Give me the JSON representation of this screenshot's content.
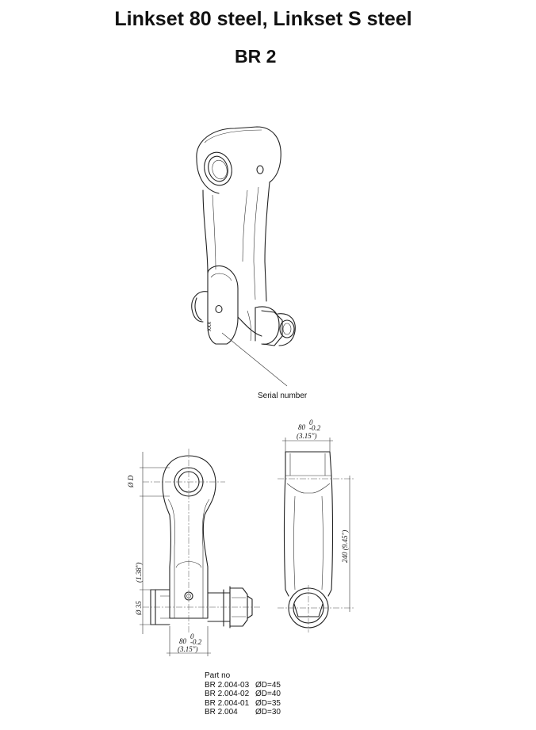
{
  "header": {
    "title": "Linkset 80 steel, Linkset S steel",
    "subtitle": "BR 2"
  },
  "callout": {
    "serial_label": "Serial number",
    "marking": "XXX"
  },
  "dimensions": {
    "width_top": "80",
    "width_top_tol_upper": "0",
    "width_top_tol_lower": "-0.2",
    "width_top_inch": "(3.15\")",
    "width_bottom": "80",
    "width_bottom_tol_upper": "0",
    "width_bottom_tol_lower": "-0.2",
    "width_bottom_inch": "(3.15\")",
    "dia_hole": "Ø D",
    "dia_pin": "Ø 35",
    "pin_inch": "(1.38\")",
    "length": "240 (9.45\")"
  },
  "parts": {
    "heading": "Part no",
    "rows": [
      {
        "part": "BR 2.004-03",
        "dia": "ØD=45"
      },
      {
        "part": "BR 2.004-02",
        "dia": "ØD=40"
      },
      {
        "part": "BR 2.004-01",
        "dia": "ØD=35"
      },
      {
        "part": "BR 2.004",
        "dia": "ØD=30"
      }
    ]
  }
}
